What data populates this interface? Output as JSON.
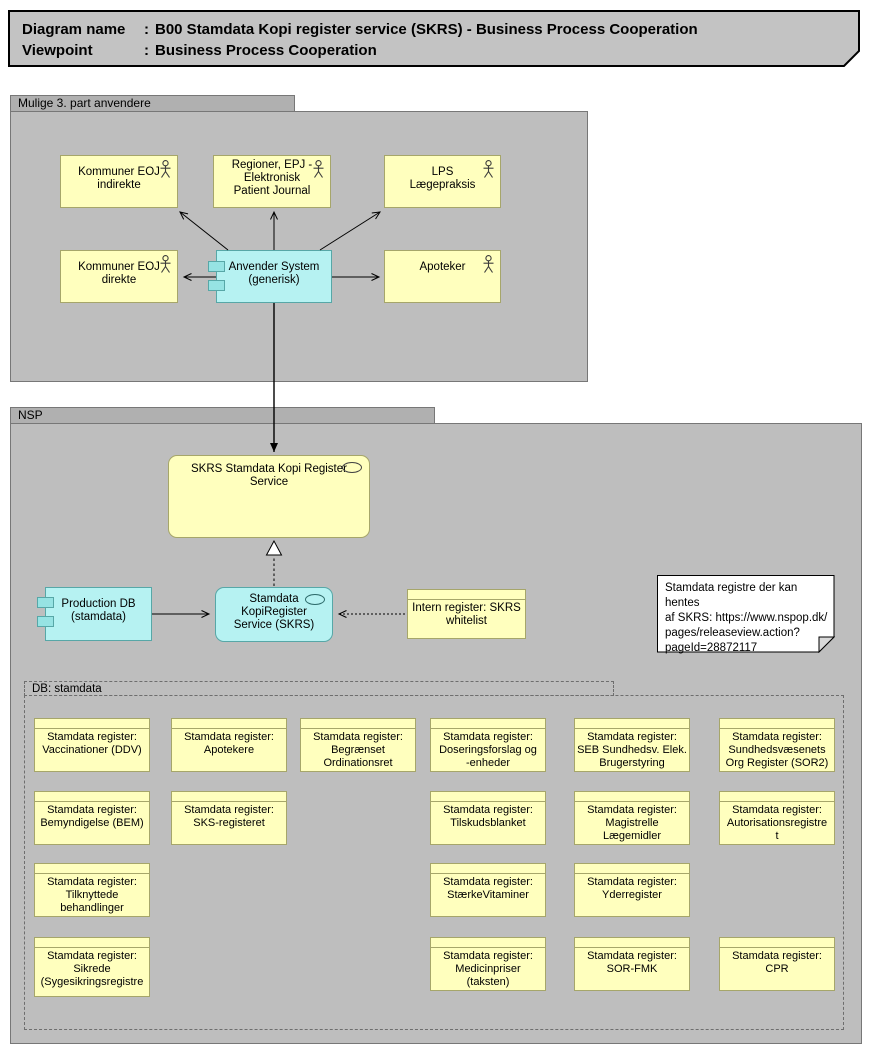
{
  "title_block": {
    "rows": [
      {
        "label": "Diagram name",
        "sep": ":",
        "value": "B00 Stamdata Kopi register service (SKRS) - Business Process Cooperation"
      },
      {
        "label": "Viewpoint",
        "sep": ":",
        "value": "Business Process Cooperation"
      }
    ]
  },
  "colors": {
    "title_fill": "#c3c3c3",
    "group_fill": "#bebebe",
    "group_tab_fill": "#b0b0b0",
    "group_border": "#777777",
    "actor_fill": "#ffffbe",
    "actor_border": "#a6a66a",
    "application_fill": "#b6f2f2",
    "application_border": "#57a7a7",
    "note_fill": "#ffffff",
    "connector": "#000000"
  },
  "third_party_group": {
    "label": "Mulige 3. part anvendere",
    "actors": [
      {
        "label": "Kommuner EOJ\nindirekte"
      },
      {
        "label": "Regioner, EPJ -\nElektronisk\nPatient Journal"
      },
      {
        "label": "LPS\nLægepraksis"
      },
      {
        "label": "Kommuner EOJ\ndirekte"
      },
      {
        "label": "Apoteker"
      }
    ],
    "system": {
      "label": "Anvender System\n(generisk)"
    }
  },
  "nsp_group": {
    "label": "NSP",
    "skrs_service": {
      "label": "SKRS Stamdata Kopi Register\nService"
    },
    "production_db": {
      "label": "Production DB\n(stamdata)"
    },
    "kopi_service": {
      "label": "Stamdata\nKopiRegister\nService (SKRS)"
    },
    "intern_register": {
      "label": "Intern register: SKRS\nwhitelist"
    },
    "note": {
      "text": "Stamdata registre der kan hentes\naf SKRS: https://www.nspop.dk/\npages/releaseview.action?\npageId=28872117"
    },
    "db_group": {
      "label": "DB: stamdata",
      "registers": [
        {
          "label": "Stamdata register:\nVaccinationer (DDV)"
        },
        {
          "label": "Stamdata register:\nApotekere"
        },
        {
          "label": "Stamdata register:\nBegrænset\nOrdinationsret"
        },
        {
          "label": "Stamdata register:\nDoseringsforslag og\n-enheder"
        },
        {
          "label": "Stamdata register:\nSEB Sundhedsv. Elek.\nBrugerstyring"
        },
        {
          "label": "Stamdata register:\nSundhedsvæsenets\nOrg Register (SOR2)"
        },
        {
          "label": "Stamdata register:\nBemyndigelse (BEM)"
        },
        {
          "label": "Stamdata register:\nSKS-registeret"
        },
        {
          "label": "Stamdata register:\nTilskudsblanket"
        },
        {
          "label": "Stamdata register:\nMagistrelle\nLægemidler"
        },
        {
          "label": "Stamdata register:\nAutorisationsregistre\nt"
        },
        {
          "label": "Stamdata register:\nTilknyttede\nbehandlinger"
        },
        {
          "label": "Stamdata register:\nStærkeVitaminer"
        },
        {
          "label": "Stamdata register:\nYderregister"
        },
        {
          "label": "Stamdata register:\nSikrede\n(Sygesikringsregistre"
        },
        {
          "label": "Stamdata register:\nMedicinpriser\n(taksten)"
        },
        {
          "label": "Stamdata register:\nSOR-FMK"
        },
        {
          "label": "Stamdata register:\nCPR"
        }
      ]
    }
  }
}
